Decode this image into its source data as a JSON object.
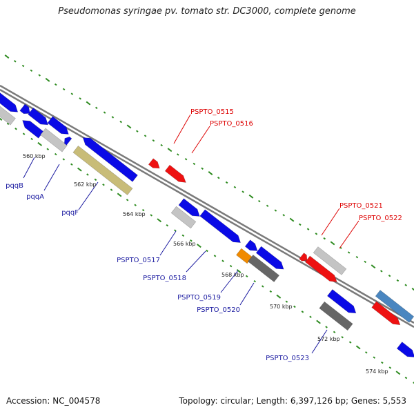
{
  "title": "Pseudomonas syringae pv. tomato str. DC3000, complete genome",
  "footer": {
    "accession": "Accession: NC_004578",
    "summary": "Topology: circular; Length: 6,397,126 bp; Genes: 5,553"
  },
  "colors": {
    "backbone": "#7a7a7a",
    "tick": "#2e8b20",
    "forward_label": "#dd0000",
    "reverse_label": "#1a1aa0",
    "blue_gene": "#0a0ae6",
    "red_gene": "#ee1111",
    "light_gray_gene": "#c4c4c4",
    "dark_gray_gene": "#666666",
    "khaki_gene": "#c8bc78",
    "orange_gene": "#f08a00",
    "steel_gene": "#4a86c0"
  },
  "tick_labels": [
    "560 kbp",
    "562 kbp",
    "564 kbp",
    "566 kbp",
    "568 kbp",
    "570 kbp",
    "572 kbp",
    "574 kbp"
  ],
  "gene_labels": {
    "forward": [
      "PSPTO_0515",
      "PSPTO_0516",
      "PSPTO_0521",
      "PSPTO_0522"
    ],
    "reverse": [
      "pqqB",
      "pqqA",
      "pqqF",
      "PSPTO_0517",
      "PSPTO_0518",
      "PSPTO_0519",
      "PSPTO_0520",
      "PSPTO_0523"
    ]
  }
}
